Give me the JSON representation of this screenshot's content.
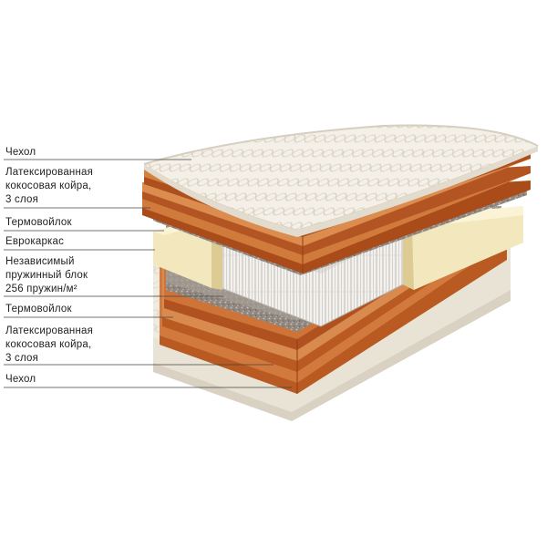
{
  "layers": [
    {
      "lines": [
        "Чехол"
      ]
    },
    {
      "lines": [
        "Латексированная",
        "кокосовая койра,",
        "3 слоя"
      ]
    },
    {
      "lines": [
        "Термовойлок"
      ]
    },
    {
      "lines": [
        "Еврокаркас"
      ]
    },
    {
      "lines": [
        "Независимый",
        "пружинный блок",
        "256 пружин/м²"
      ]
    },
    {
      "lines": [
        "Термовойлок"
      ]
    },
    {
      "lines": [
        "Латексированная",
        "кокосовая койра,",
        "3 слоя"
      ]
    },
    {
      "lines": [
        "Чехол"
      ]
    }
  ],
  "colors": {
    "cover": "#f3efe6",
    "coir": "#c4652c",
    "coir_dark": "#8e3e14",
    "felt": "#9a928a",
    "foam": "#efe3b8",
    "spring": "#e8e6e2",
    "line": "#444444"
  }
}
